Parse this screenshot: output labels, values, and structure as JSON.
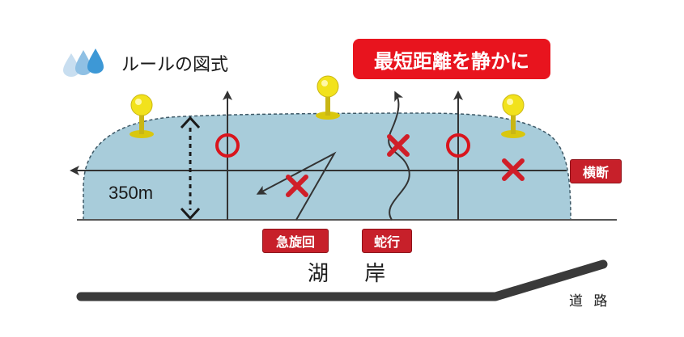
{
  "title": "ルールの図式",
  "banner": "最短距離を静かに",
  "labels": {
    "sharp_turn": "急旋回",
    "snaking": "蛇行",
    "crossing": "横断",
    "distance": "350m",
    "lakeshore": "湖 岸",
    "road": "道 路"
  },
  "icons": {
    "title_icon": "water-drops-icon",
    "allowed": "circle-ok-icon",
    "forbidden": "cross-ng-icon",
    "buoy": "buoy-icon"
  },
  "colors": {
    "water": "#a8ccda",
    "water_border": "#3d5866",
    "banner": "#e8141e",
    "tag": "#c7202a",
    "ok_circle": "#d9141c",
    "ng_cross": "#d01e28",
    "buoy": "#f2e21c",
    "line": "#3a3a3a"
  }
}
